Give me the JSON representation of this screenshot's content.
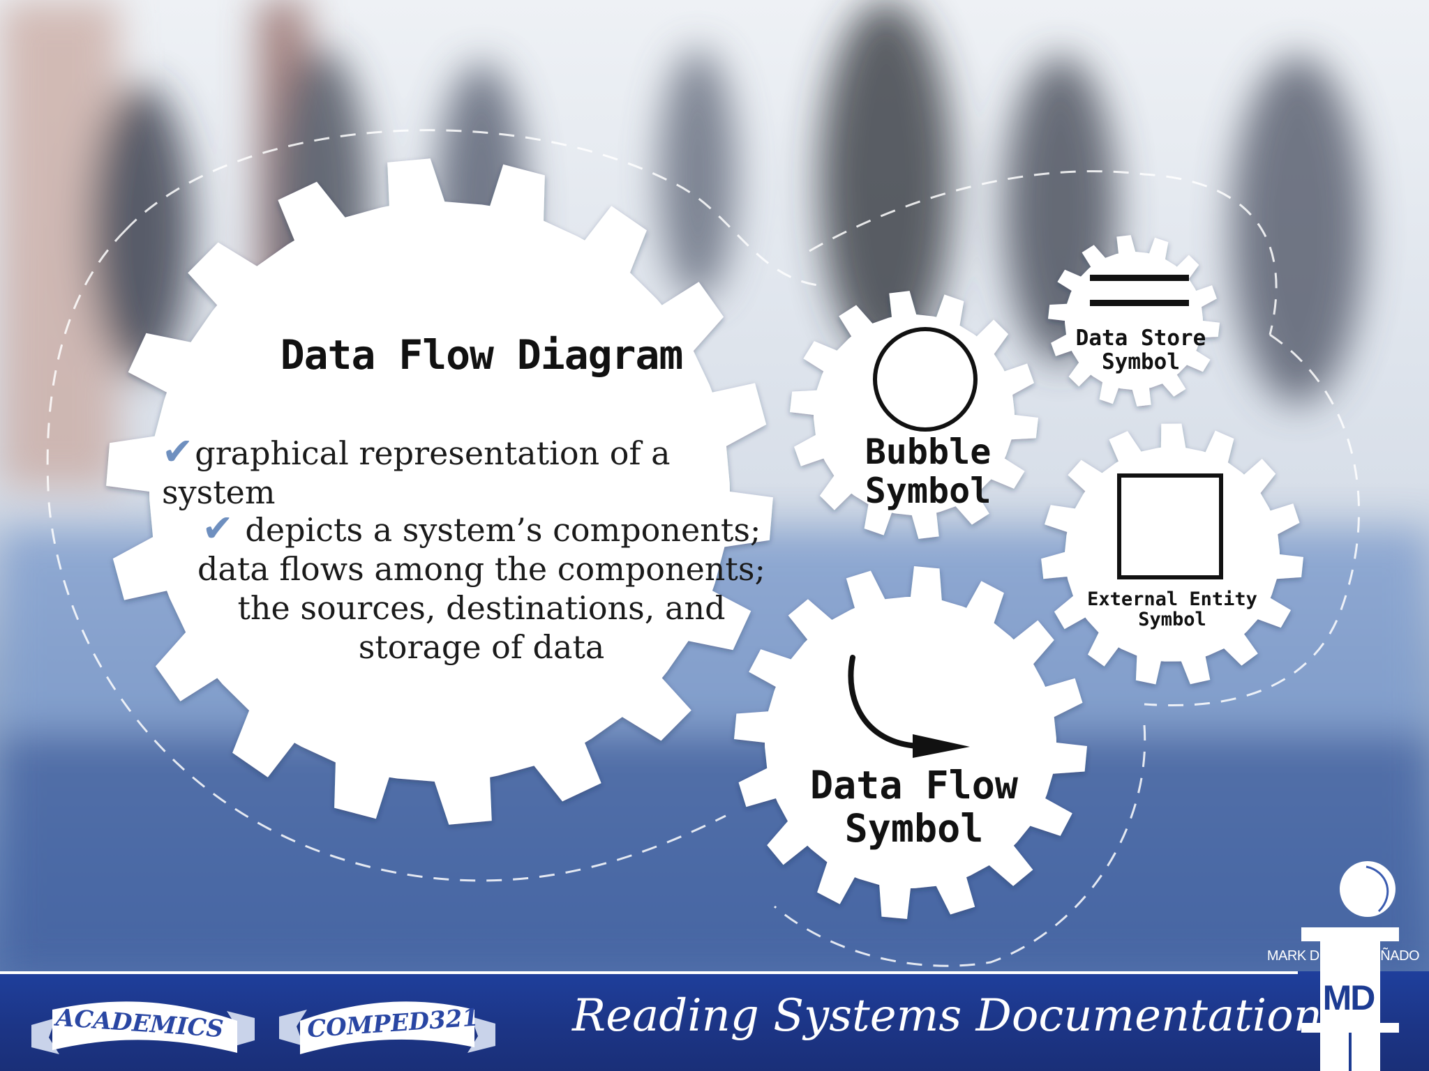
{
  "diagram": {
    "main_gear": {
      "title": "Data Flow Diagram",
      "bullets": [
        "graphical representation of a system",
        "depicts a system’s components; data flows among the components; the sources, destinations, and storage of data"
      ]
    },
    "symbols": {
      "bubble": "Bubble Symbol",
      "data_store": "Data Store Symbol",
      "external_entity": "External Entity Symbol",
      "data_flow": "Data Flow Symbol"
    }
  },
  "footer": {
    "ribbon_left": "ACADEMICS",
    "ribbon_right": "COMPED321",
    "title": "Reading Systems Documentation",
    "author": "MARK DESON CUÑADO",
    "logo": "MD"
  },
  "icons": [
    "checkmark-icon",
    "circle-icon",
    "double-line-icon",
    "square-icon",
    "curved-arrow-icon"
  ],
  "colors": {
    "banner": "#1f3f9c",
    "check": "#6e8fbf",
    "gear": "#ffffff"
  }
}
